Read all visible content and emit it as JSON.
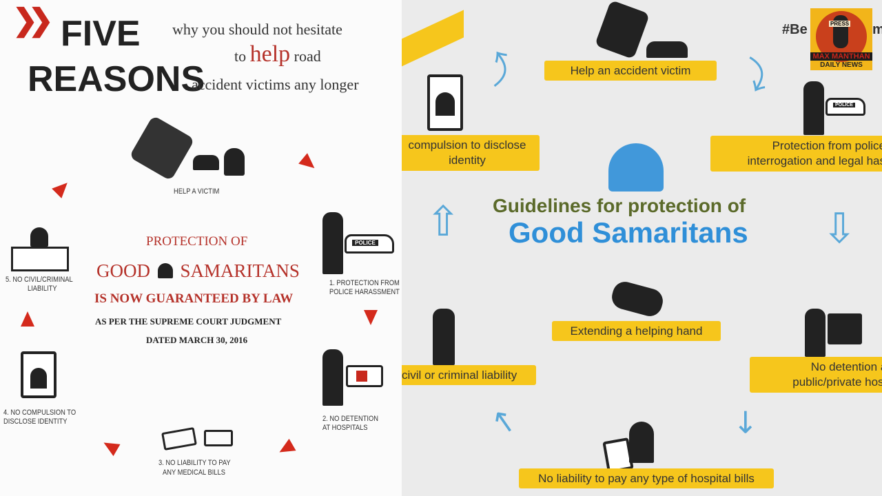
{
  "left": {
    "chevrons": "❯❯",
    "title_line1": "FIVE",
    "title_line2": "REASONS",
    "subtitle_line1": "why you should not hesitate",
    "subtitle_line2_pre": "to",
    "subtitle_line2_help": "help",
    "subtitle_line2_post": "road",
    "subtitle_line3": "accident victims any longer",
    "center": {
      "line1": "PROTECTION OF",
      "line2a": "GOOD",
      "line2b": "SAMARITANS",
      "line3": "IS NOW GUARANTEED BY LAW",
      "line4": "AS PER THE SUPREME COURT JUDGMENT",
      "line5": "DATED MARCH 30, 2016"
    },
    "steps": {
      "victim": "HELP A VICTIM",
      "s1a": "1. PROTECTION FROM",
      "s1b": "POLICE HARASSMENT",
      "s2a": "2. NO DETENTION",
      "s2b": "AT HOSPITALS",
      "s3a": "3. NO LIABILITY TO PAY",
      "s3b": "ANY MEDICAL BILLS",
      "s4a": "4. NO COMPULSION TO",
      "s4b": "DISCLOSE IDENTITY",
      "s5a": "5. NO CIVIL/CRIMINAL",
      "s5b": "LIABILITY"
    },
    "police_label": "POLICE"
  },
  "right": {
    "hashtag": "#Be",
    "hashtag_end": "m",
    "title_line1": "Guidelines for protection of",
    "title_line2": "Good Samaritans",
    "items": {
      "help": "Help an accident victim",
      "police_a": "Protection from police",
      "police_b": "interrogation and legal has",
      "identity_a": "compulsion to disclose",
      "identity_b": "identity",
      "hand": "Extending a helping hand",
      "detention_a": "No detention at",
      "detention_b": "public/private hosp",
      "liability": "civil or criminal liability",
      "bills": "No liability to pay any type of hospital bills"
    },
    "police_label": "POLICE",
    "logo": {
      "press": "PRESS",
      "name1": "MAX MANTHAN",
      "name2": "DAILY NEWS"
    }
  },
  "colors": {
    "red": "#b5322a",
    "arrow_red": "#d42a1c",
    "yellow": "#f6c61c",
    "blue": "#2f8fd8",
    "olive": "#5b6a2a"
  }
}
